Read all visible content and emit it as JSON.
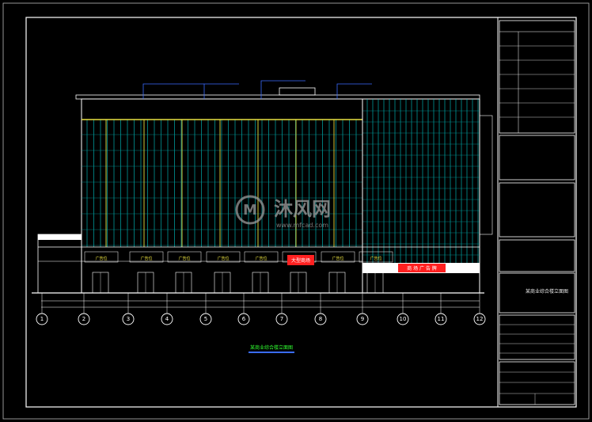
{
  "watermark": {
    "brand_cn": "沐风网",
    "url": "www.mfcad.com"
  },
  "grid_axes": [
    "1",
    "2",
    "3",
    "4",
    "5",
    "6",
    "7",
    "8",
    "9",
    "10",
    "11",
    "12"
  ],
  "storefronts": [
    {
      "sign": "广告位"
    },
    {
      "sign": "广告位"
    },
    {
      "sign": "广告位"
    },
    {
      "sign": "广告位"
    },
    {
      "sign": "广告位"
    },
    {
      "sign": "广告位"
    },
    {
      "sign": "广告位"
    },
    {
      "sign": "广告位"
    }
  ],
  "highlight_sign": "大型商场",
  "big_ad_sign": "商 场 广 告 牌",
  "drawing_title": "某商业综合楼立面图",
  "colors": {
    "frame": "#ffffff",
    "glass": "#00c8c8",
    "beam": "#e8e040",
    "annot": "#3a6cff",
    "red": "#ff2020",
    "title_green": "#30ff30"
  }
}
